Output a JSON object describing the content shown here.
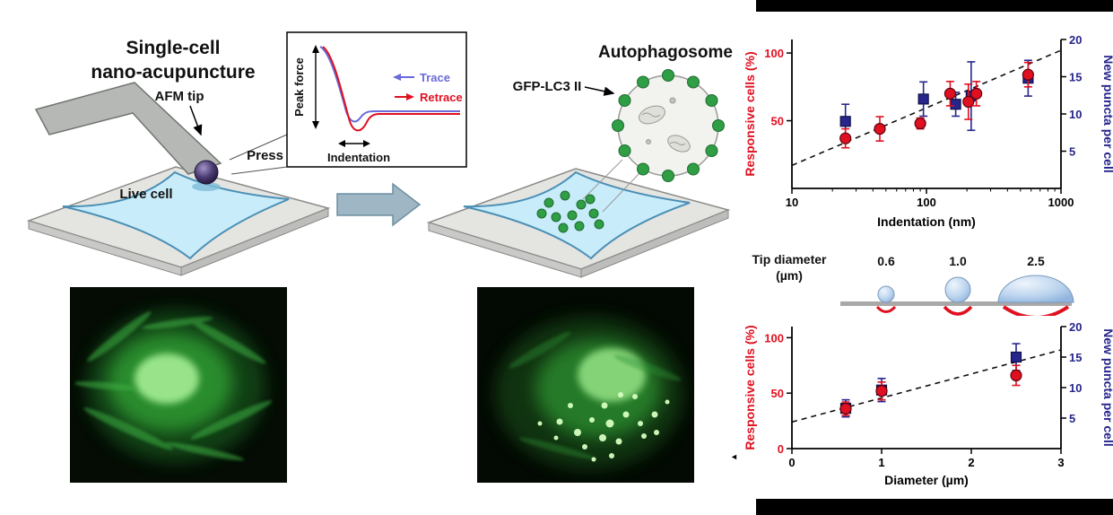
{
  "schematic": {
    "title_line1": "Single-cell",
    "title_line2": "nano-acupuncture",
    "afm_tip_label": "AFM tip",
    "press_label": "Press",
    "live_cell_label": "Live cell",
    "autophagosome_label": "Autophagosome",
    "gfp_lc3_label": "GFP-LC3 II",
    "inset": {
      "peak_force_label": "Peak force",
      "trace_label": "Trace",
      "retrace_label": "Retrace",
      "indentation_label": "Indentation",
      "trace_color": "#6a6ad8",
      "retrace_color": "#e01020"
    }
  },
  "tip_diagram": {
    "label_line1": "Tip diameter",
    "label_line2": "(µm)",
    "sizes": [
      "0.6",
      "1.0",
      "2.5"
    ]
  },
  "misc": {
    "cursor_glyph": "◄"
  },
  "colors": {
    "responsive_red": "#e01020",
    "puncta_blue": "#26268c",
    "gfp_green": "#2f9e44"
  },
  "chart_data": [
    {
      "type": "scatter",
      "title": "",
      "xlabel": "Indentation (nm)",
      "x_scale": "log",
      "xlim": [
        10,
        1000
      ],
      "xticks": [
        10,
        100,
        1000
      ],
      "left_axis": {
        "label": "Responsive cells (%)",
        "color": "#e01020",
        "lim": [
          0,
          110
        ],
        "ticks": [
          50,
          100
        ]
      },
      "right_axis": {
        "label": "New puncta per cell",
        "color": "#26268c",
        "lim": [
          0,
          20
        ],
        "ticks": [
          5,
          10,
          15,
          20
        ]
      },
      "series": [
        {
          "name": "New puncta per cell",
          "axis": "right",
          "marker": "square",
          "color": "#26268c",
          "edge": "#11114a",
          "points": [
            {
              "x": 25,
              "y": 9,
              "e": 2.3
            },
            {
              "x": 95,
              "y": 12,
              "e": 2.3
            },
            {
              "x": 165,
              "y": 11.3,
              "e": 1.6
            },
            {
              "x": 215,
              "y": 12.4,
              "e": 4.6
            },
            {
              "x": 570,
              "y": 14.8,
              "e": 2.4
            }
          ]
        },
        {
          "name": "Responsive cells (%)",
          "axis": "left",
          "marker": "circle",
          "color": "#e01020",
          "edge": "#5c0310",
          "points": [
            {
              "x": 25,
              "y": 37,
              "e": 7
            },
            {
              "x": 45,
              "y": 44,
              "e": 9
            },
            {
              "x": 90,
              "y": 48,
              "e": 4
            },
            {
              "x": 150,
              "y": 70,
              "e": 9
            },
            {
              "x": 205,
              "y": 64,
              "e": 13
            },
            {
              "x": 235,
              "y": 70,
              "e": 9
            },
            {
              "x": 570,
              "y": 84,
              "e": 9
            }
          ]
        }
      ],
      "trend": {
        "x1": 10,
        "y1": 17,
        "x2": 1000,
        "y2": 102,
        "axis": "left",
        "style": "dashed"
      }
    },
    {
      "type": "scatter",
      "title": "",
      "xlabel": "Diameter (µm)",
      "x_scale": "linear",
      "xlim": [
        0,
        3
      ],
      "xticks": [
        0,
        1,
        2,
        3
      ],
      "left_axis": {
        "label": "Responsive cells (%)",
        "color": "#e01020",
        "lim": [
          0,
          110
        ],
        "ticks": [
          0,
          50,
          100
        ]
      },
      "right_axis": {
        "label": "New puncta per cell",
        "color": "#26268c",
        "lim": [
          0,
          20
        ],
        "ticks": [
          5,
          10,
          15,
          20
        ]
      },
      "series": [
        {
          "name": "New puncta per cell",
          "axis": "right",
          "marker": "square",
          "color": "#26268c",
          "edge": "#11114a",
          "points": [
            {
              "x": 0.6,
              "y": 6.6,
              "e": 1.4
            },
            {
              "x": 1.0,
              "y": 9.6,
              "e": 1.9
            },
            {
              "x": 2.5,
              "y": 15,
              "e": 2.2
            }
          ]
        },
        {
          "name": "Responsive cells (%)",
          "axis": "left",
          "marker": "circle",
          "color": "#e01020",
          "edge": "#5c0310",
          "points": [
            {
              "x": 0.6,
              "y": 36,
              "e": 6
            },
            {
              "x": 1.0,
              "y": 52,
              "e": 8
            },
            {
              "x": 2.5,
              "y": 66,
              "e": 9
            }
          ]
        }
      ],
      "trend": {
        "x1": 0,
        "y1": 24,
        "x2": 3,
        "y2": 89,
        "axis": "left",
        "style": "dashed"
      }
    }
  ]
}
